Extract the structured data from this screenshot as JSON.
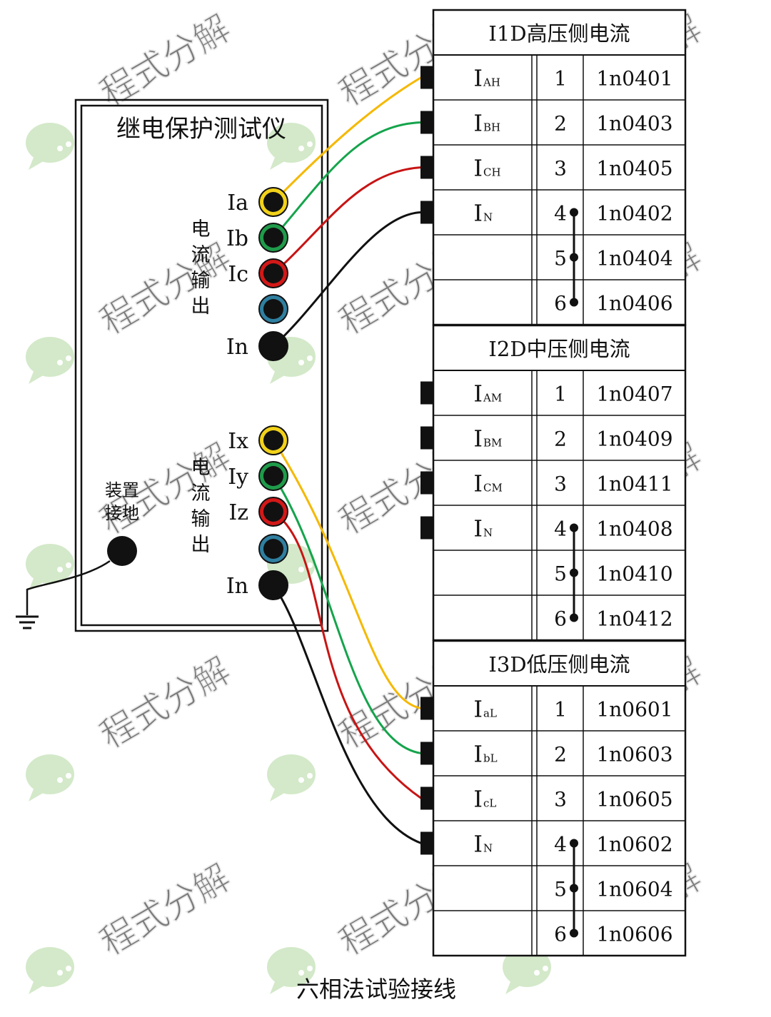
{
  "tester": {
    "title": "继电保护测试仪",
    "group1_label": [
      "电",
      "流",
      "输",
      "出"
    ],
    "group2_label": [
      "电",
      "流",
      "输",
      "出"
    ],
    "jacks_group1": [
      {
        "label": "Ia",
        "ring": "#f2d21a"
      },
      {
        "label": "Ib",
        "ring": "#1f9b4a"
      },
      {
        "label": "Ic",
        "ring": "#d31818"
      },
      {
        "label": "",
        "ring": "#2f7fa0"
      },
      {
        "label": "In",
        "ring": "#111111"
      }
    ],
    "jacks_group2": [
      {
        "label": "Ix",
        "ring": "#f2d21a"
      },
      {
        "label": "Iy",
        "ring": "#1f9b4a"
      },
      {
        "label": "Iz",
        "ring": "#d31818"
      },
      {
        "label": "",
        "ring": "#2f7fa0"
      },
      {
        "label": "In",
        "ring": "#111111"
      }
    ],
    "ground_label": [
      "装置",
      "接地"
    ]
  },
  "terminal_blocks": [
    {
      "header": "I1D高压侧电流",
      "rows": [
        {
          "sig": "I",
          "sub": "AH",
          "num": "1",
          "term": "1n0401"
        },
        {
          "sig": "I",
          "sub": "BH",
          "num": "2",
          "term": "1n0403"
        },
        {
          "sig": "I",
          "sub": "CH",
          "num": "3",
          "term": "1n0405"
        },
        {
          "sig": "I",
          "sub": "N",
          "num": "4",
          "term": "1n0402"
        },
        {
          "sig": "",
          "sub": "",
          "num": "5",
          "term": "1n0404"
        },
        {
          "sig": "",
          "sub": "",
          "num": "6",
          "term": "1n0406"
        }
      ]
    },
    {
      "header": "I2D中压侧电流",
      "rows": [
        {
          "sig": "I",
          "sub": "AM",
          "num": "1",
          "term": "1n0407"
        },
        {
          "sig": "I",
          "sub": "BM",
          "num": "2",
          "term": "1n0409"
        },
        {
          "sig": "I",
          "sub": "CM",
          "num": "3",
          "term": "1n0411"
        },
        {
          "sig": "I",
          "sub": "N",
          "num": "4",
          "term": "1n0408"
        },
        {
          "sig": "",
          "sub": "",
          "num": "5",
          "term": "1n0410"
        },
        {
          "sig": "",
          "sub": "",
          "num": "6",
          "term": "1n0412"
        }
      ]
    },
    {
      "header": "I3D低压侧电流",
      "rows": [
        {
          "sig": "I",
          "sub": "aL",
          "num": "1",
          "term": "1n0601"
        },
        {
          "sig": "I",
          "sub": "bL",
          "num": "2",
          "term": "1n0603"
        },
        {
          "sig": "I",
          "sub": "cL",
          "num": "3",
          "term": "1n0605"
        },
        {
          "sig": "I",
          "sub": "N",
          "num": "4",
          "term": "1n0602"
        },
        {
          "sig": "",
          "sub": "",
          "num": "5",
          "term": "1n0604"
        },
        {
          "sig": "",
          "sub": "",
          "num": "6",
          "term": "1n0606"
        }
      ]
    }
  ],
  "wires": [
    {
      "from": "Ia",
      "to": "I1D-AH",
      "color": "#f5b800"
    },
    {
      "from": "Ib",
      "to": "I1D-BH",
      "color": "#15a44c"
    },
    {
      "from": "Ic",
      "to": "I1D-CH",
      "color": "#c81414"
    },
    {
      "from": "In",
      "to": "I1D-N",
      "color": "#111111"
    },
    {
      "from": "Ix",
      "to": "I3D-aL",
      "color": "#f5b800"
    },
    {
      "from": "Iy",
      "to": "I3D-bL",
      "color": "#15a44c"
    },
    {
      "from": "Iz",
      "to": "I3D-cL",
      "color": "#c81414"
    },
    {
      "from": "In",
      "to": "I3D-N",
      "color": "#111111"
    }
  ],
  "caption": "六相法试验接线",
  "watermark": "程式分解"
}
